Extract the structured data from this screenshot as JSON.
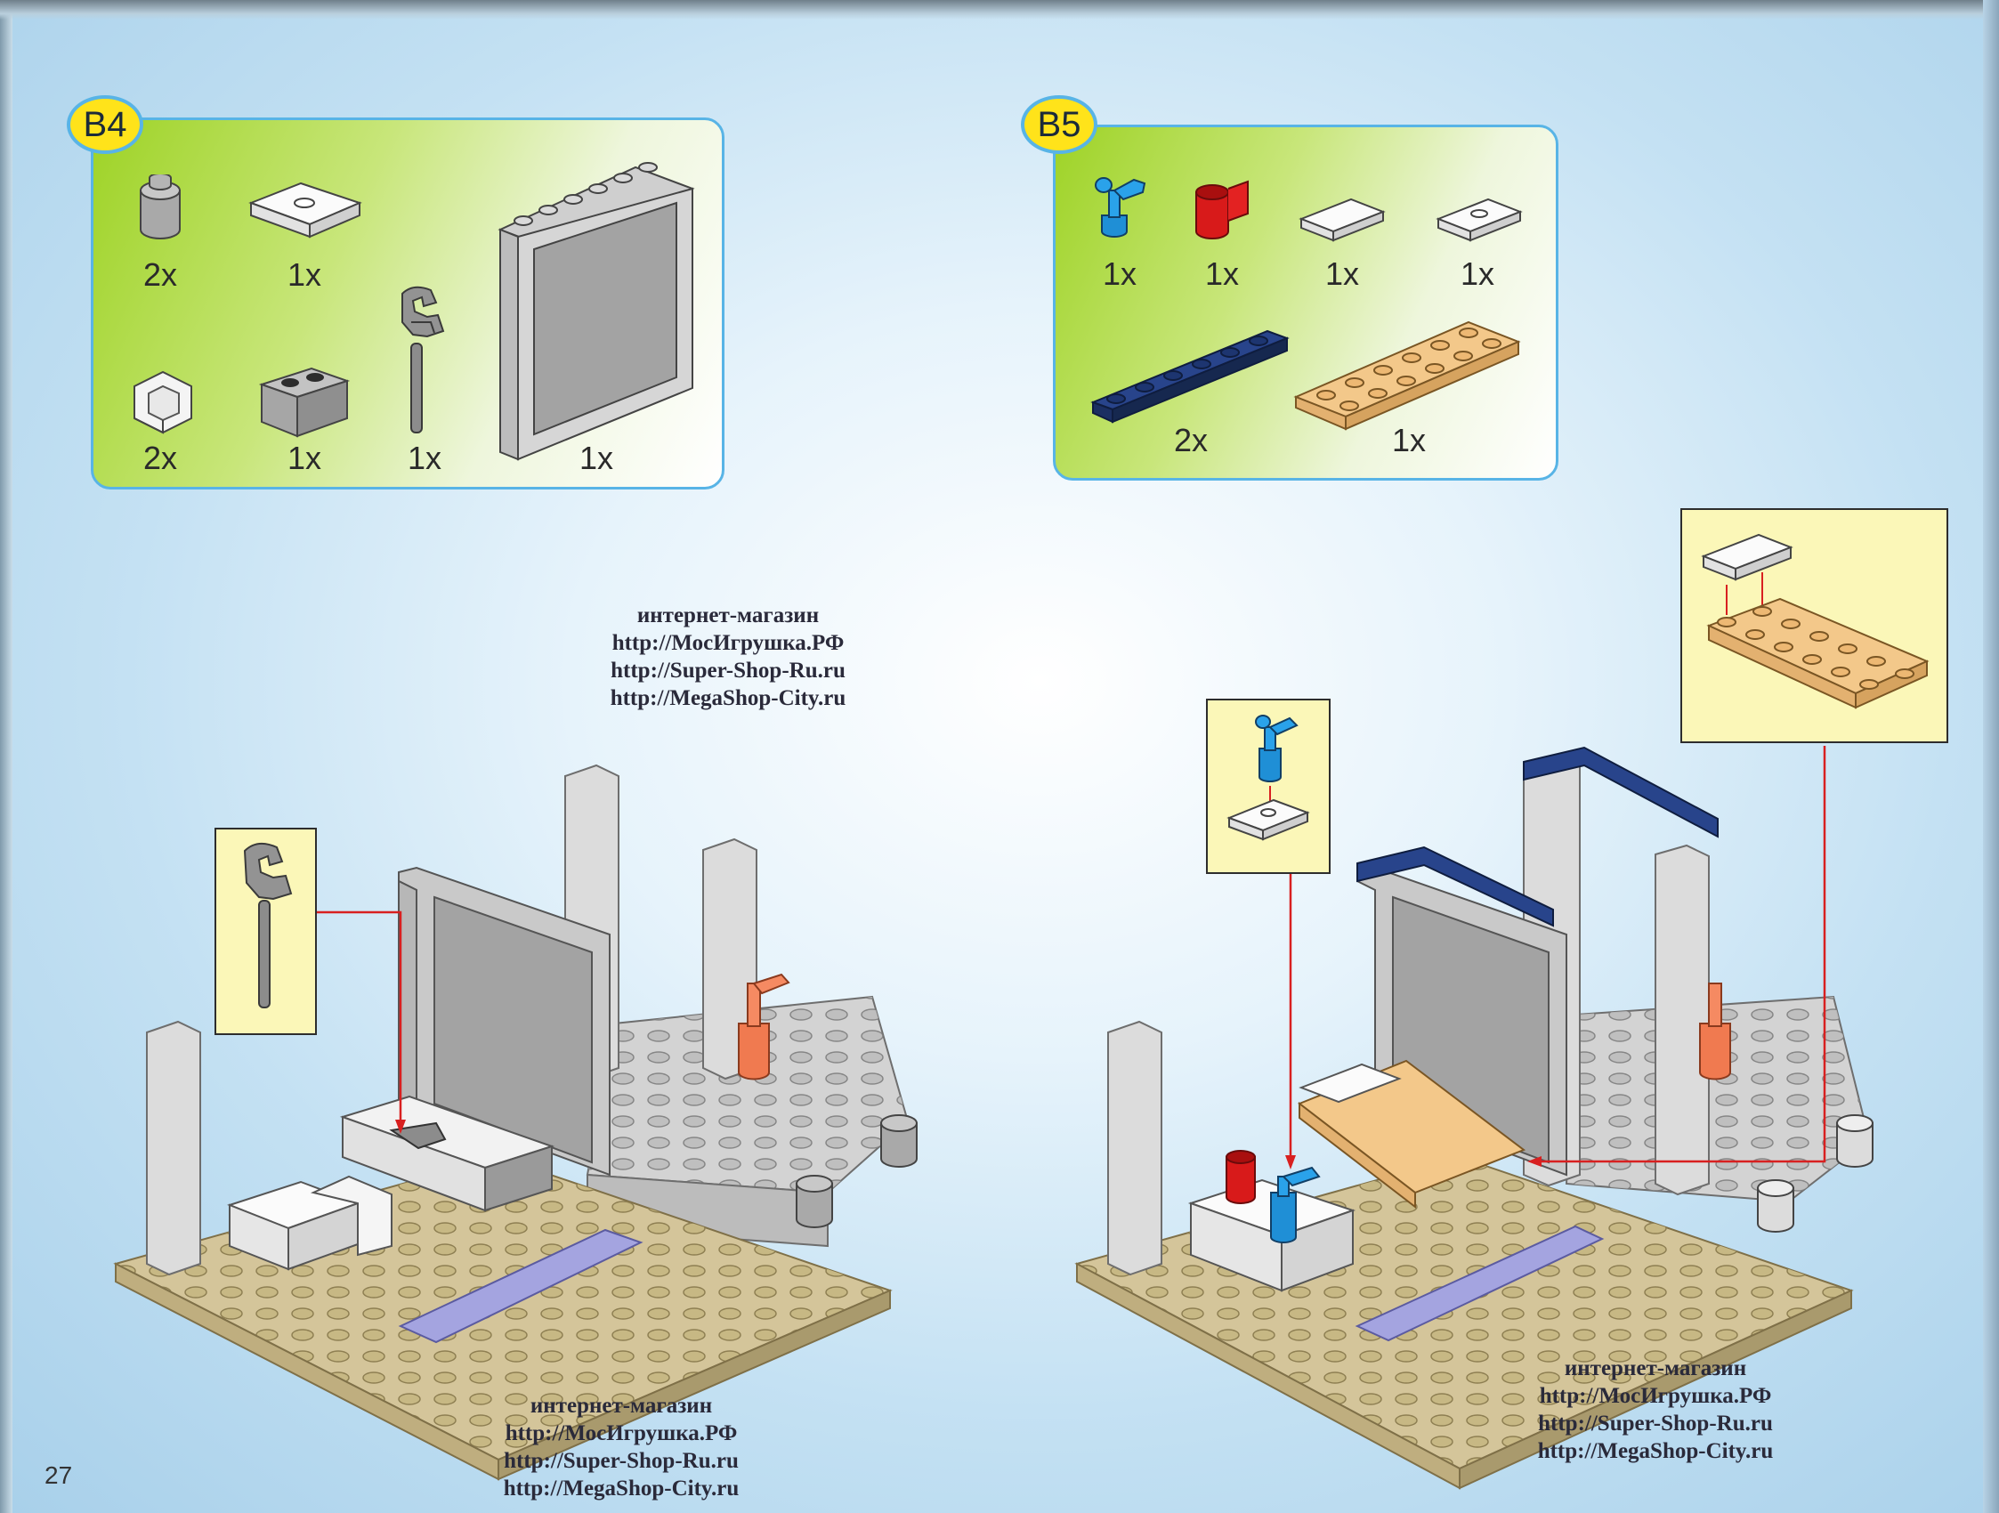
{
  "page_number": "27",
  "steps": [
    {
      "id": "B4",
      "parts": [
        {
          "name": "round-brick-1x1-gray",
          "qty": "2x"
        },
        {
          "name": "plate-2x2-white-center-stud",
          "qty": "1x"
        },
        {
          "name": "panel-corner-1x1-white",
          "qty": "2x"
        },
        {
          "name": "brick-1x2-gray",
          "qty": "1x"
        },
        {
          "name": "wrench-tool-gray",
          "qty": "1x"
        },
        {
          "name": "window-panel-1x6x6-gray",
          "qty": "1x"
        }
      ]
    },
    {
      "id": "B5",
      "parts": [
        {
          "name": "faucet-tap-blue",
          "qty": "1x"
        },
        {
          "name": "cup-red",
          "qty": "1x"
        },
        {
          "name": "tile-1x2-white",
          "qty": "1x"
        },
        {
          "name": "plate-1x2-white-center-stud",
          "qty": "1x"
        },
        {
          "name": "plate-1x6-dark-blue",
          "qty": "2x"
        },
        {
          "name": "plate-2x6-tan",
          "qty": "1x"
        }
      ]
    }
  ],
  "watermarks": [
    {
      "lines": [
        "интернет-магазин",
        "http://МосИгрушка.РФ",
        "http://Super-Shop-Ru.ru",
        "http://MegaShop-City.ru"
      ]
    },
    {
      "lines": [
        "интернет-магазин",
        "http://МосИгрушка.РФ",
        "http://Super-Shop-Ru.ru",
        "http://MegaShop-City.ru"
      ]
    },
    {
      "lines": [
        "интернет-магазин",
        "http://МосИгрушка.РФ",
        "http://Super-Shop-Ru.ru",
        "http://MegaShop-City.ru"
      ]
    }
  ],
  "colors": {
    "panel_border": "#58b4e6",
    "badge": "#ffe31a",
    "callout_bg": "#fbf7b8",
    "arrow": "#d82020",
    "tan_base": "#d4c59a",
    "light_gray": "#c8c8c8",
    "dark_blue": "#1f3a7a",
    "orange_tap": "#f07a50",
    "blue_tap": "#1f8fd6",
    "red_cup": "#d81a1a",
    "tan_plate": "#f3c88a"
  }
}
